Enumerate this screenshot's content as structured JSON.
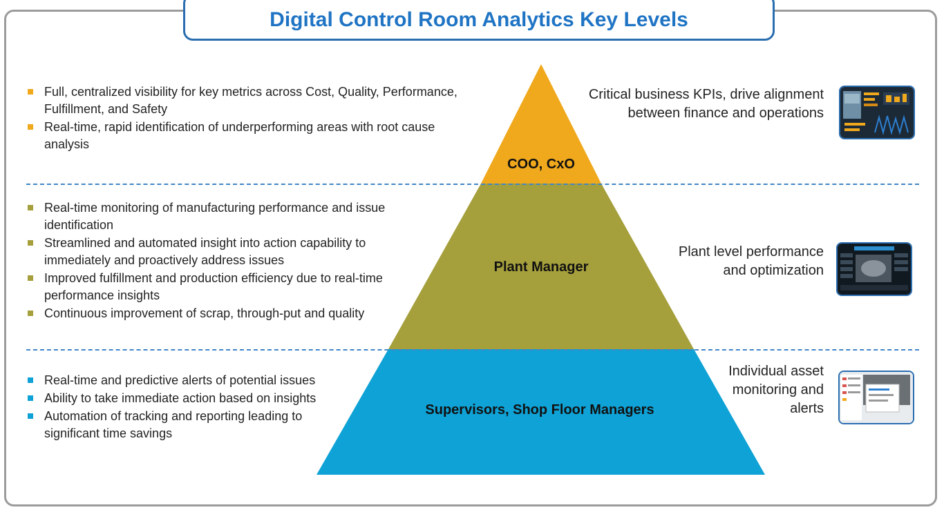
{
  "title": "Digital Control Room Analytics Key Levels",
  "colors": {
    "tier_top": "#f0a81c",
    "tier_middle": "#a59f3c",
    "tier_bottom": "#0ea2d6",
    "accent": "#2a6db0"
  },
  "tiers": [
    {
      "label": "COO, CxO",
      "bullets": [
        "Full, centralized visibility for key metrics across Cost, Quality, Performance, Fulfillment, and Safety",
        "Real-time, rapid identification of underperforming areas with root cause analysis"
      ],
      "description": "Critical business KPIs, drive alignment between finance and operations"
    },
    {
      "label": "Plant Manager",
      "bullets": [
        "Real-time monitoring of manufacturing performance and issue identification",
        "Streamlined and automated insight into action capability to immediately and proactively address issues",
        "Improved fulfillment and production efficiency due to real-time performance insights",
        "Continuous improvement of scrap, through-put and quality"
      ],
      "description": "Plant level performance and optimization"
    },
    {
      "label": "Supervisors, Shop Floor Managers",
      "bullets": [
        "Real-time and predictive alerts of potential issues",
        "Ability to take immediate action based on insights",
        "Automation of tracking and reporting leading to significant time savings"
      ],
      "description": "Individual asset monitoring and alerts"
    }
  ]
}
